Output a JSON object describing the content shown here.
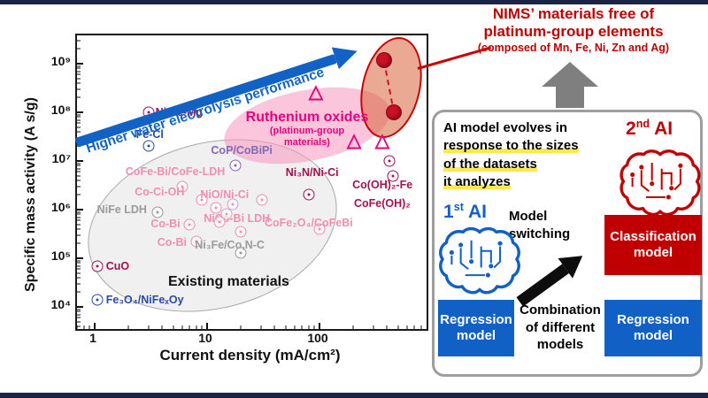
{
  "headline": {
    "line1": "NIMS’ materials free of",
    "line2": "platinum-group elements",
    "line3": "(composed of Mn, Fe, Ni, Zn and Ag)"
  },
  "chart_data": {
    "type": "scatter",
    "xlabel": "Current density (mA/cm²)",
    "ylabel": "Specific mass activity (A s/g)",
    "x_scale": "log",
    "y_scale": "log",
    "xlim": [
      0.7,
      900
    ],
    "ylim": [
      3500,
      3800000000.0
    ],
    "x_ticks": [
      {
        "value": 1,
        "label": "1"
      },
      {
        "value": 10,
        "label": "10"
      },
      {
        "value": 100,
        "label": "100"
      }
    ],
    "y_ticks": [
      {
        "value": 10000.0,
        "label": "10⁴"
      },
      {
        "value": 100000.0,
        "label": "10⁵"
      },
      {
        "value": 1000000.0,
        "label": "10⁶"
      },
      {
        "value": 10000000.0,
        "label": "10⁷"
      },
      {
        "value": 100000000.0,
        "label": "10⁸"
      },
      {
        "value": 1000000000.0,
        "label": "10⁹"
      }
    ],
    "annotations": {
      "performance_arrow": "Higher water electrolysis performance",
      "ruthenium_title": "Ruthenium oxides",
      "ruthenium_sub1": "(platinum-group",
      "ruthenium_sub2": "materials)",
      "existing_label": "Existing materials"
    },
    "series": [
      {
        "name": "NIMS new materials",
        "marker": "big-dot",
        "color": "#cc1024",
        "connect": "dashed",
        "points": [
          {
            "x": 375,
            "y": 1200000000.0
          },
          {
            "x": 460,
            "y": 100000000.0
          }
        ]
      },
      {
        "name": "Ruthenium oxides",
        "marker": "triangle",
        "color": "#e6007e",
        "points": [
          {
            "x": 93,
            "y": 250000000.0
          },
          {
            "x": 203,
            "y": 25000000.0
          },
          {
            "x": 362,
            "y": 25000000.0
          }
        ]
      },
      {
        "name": "Existing materials",
        "marker": "dot-circle",
        "points": [
          {
            "label": "Ni-Fe-Mg",
            "x": 3,
            "y": 100000000.0,
            "color": "#a3114f",
            "lx": 8,
            "ly": -7
          },
          {
            "label": "Fe-Cl",
            "x": 3,
            "y": 20000000.0,
            "color": "#2b4aa0",
            "lx": -14,
            "ly": -20
          },
          {
            "label": "CoP/CoBiPi",
            "x": 18,
            "y": 8000000.0,
            "color": "#8468b8",
            "lx": -28,
            "ly": -24
          },
          {
            "label": "CoFe-Bi/CoFe-LDH",
            "x": 6,
            "y": 3000000.0,
            "color": "#ef8fb0",
            "lx": -64,
            "ly": -24
          },
          {
            "label": "Co-Ci-OH",
            "x": 9,
            "y": 1600000.0,
            "color": "#ef8fb0",
            "lx": -76,
            "ly": -16
          },
          {
            "label": "NiO/Ni-Ci",
            "x": 31,
            "y": 1600000.0,
            "color": "#ef8fb0",
            "lx": -70,
            "ly": -13
          },
          {
            "label": "NiFe LDH",
            "x": 3.6,
            "y": 900000.0,
            "color": "#9b9b9b",
            "lx": -68,
            "ly": -10
          },
          {
            "label": "Co-Bi",
            "x": 7,
            "y": 500000.0,
            "color": "#ef8fb0",
            "lx": -44,
            "ly": -8
          },
          {
            "label": "Co-Bi",
            "x": 8,
            "y": 220000.0,
            "color": "#ef8fb0",
            "lx": -44,
            "ly": -6
          },
          {
            "label": "NiCo-Bi LDH",
            "x": 20,
            "y": 350000.0,
            "color": "#ef8fb0",
            "lx": -42,
            "ly": -22
          },
          {
            "label": "Ni₃Fe/Co,N-C",
            "x": 20,
            "y": 130000.0,
            "color": "#9b9b9b",
            "lx": -52,
            "ly": -16
          },
          {
            "label": "CuO",
            "x": 1.05,
            "y": 70000.0,
            "color": "#a3114f",
            "lx": 10,
            "ly": -7
          },
          {
            "label": "Fe₃O₄/NiFeₓOy",
            "x": 1.05,
            "y": 14000.0,
            "color": "#2b4aa0",
            "lx": 10,
            "ly": -7
          },
          {
            "label": "Ni₃N/Ni-Ci",
            "x": 80,
            "y": 2000000.0,
            "color": "#a3114f",
            "lx": -26,
            "ly": -32
          },
          {
            "label": "Co(OH)₂-Fe",
            "x": 420,
            "y": 10000000.0,
            "color": "#a3114f",
            "lx": -42,
            "ly": 20
          },
          {
            "label": "CoFe(OH)₂",
            "x": 450,
            "y": 5000000.0,
            "color": "#a3114f",
            "lx": -44,
            "ly": 24
          },
          {
            "label": "CoFe₂O₄/CoFeBi",
            "x": 100,
            "y": 400000.0,
            "color": "#ef8fb0",
            "lx": -62,
            "ly": -14
          },
          {
            "label": "",
            "x": 12,
            "y": 1100000.0,
            "color": "#ef8fb0",
            "lx": 0,
            "ly": 0
          },
          {
            "label": "",
            "x": 15,
            "y": 800000.0,
            "color": "#e8a0b8",
            "lx": 0,
            "ly": 0
          },
          {
            "label": "",
            "x": 13,
            "y": 550000.0,
            "color": "#ef8fb0",
            "lx": 0,
            "ly": 0
          },
          {
            "label": "",
            "x": 17,
            "y": 1300000.0,
            "color": "#caa0d8",
            "lx": 0,
            "ly": 0
          }
        ]
      }
    ]
  },
  "ai_panel": {
    "evolve_line1": "AI model evolves in",
    "evolve_line2": "response to the sizes",
    "evolve_line3": "of the datasets",
    "evolve_line4": "it analyzes",
    "first_ai": {
      "num": "1",
      "sup": "st",
      "word": " AI"
    },
    "second_ai": {
      "num": "2",
      "sup": "nd",
      "word": " AI"
    },
    "model_switching_1": "Model",
    "model_switching_2": "switching",
    "classification_box_1": "Classification",
    "classification_box_2": "model",
    "regression_left_1": "Regression",
    "regression_left_2": "model",
    "regression_right_1": "Regression",
    "regression_right_2": "model",
    "combination_1": "Combination",
    "combination_2": "of different",
    "combination_3": "models"
  },
  "colors": {
    "accent_blue": "#1565c0",
    "accent_red": "#c00000",
    "magenta": "#e6007e",
    "nims_dot_red": "#cc1024"
  }
}
